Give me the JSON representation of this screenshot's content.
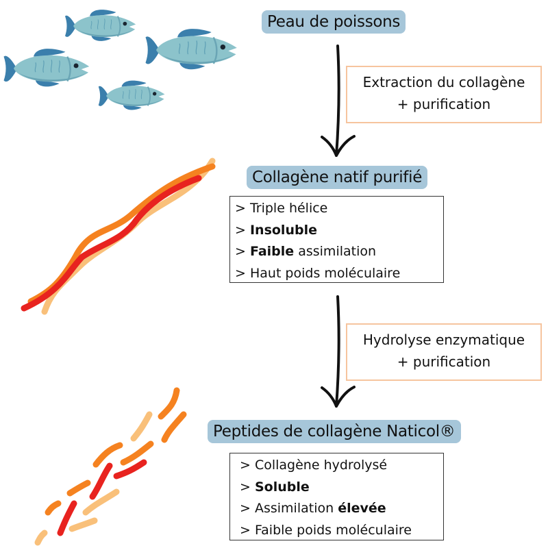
{
  "stages": [
    {
      "title": "Peau de poissons",
      "illustration": "fish-school-illustration"
    },
    {
      "title": "Collagène natif purifié",
      "illustration": "triple-helix-illustration",
      "properties": [
        {
          "prefix": "> ",
          "bold": "",
          "text": "Triple hélice"
        },
        {
          "prefix": "> ",
          "bold": "Insoluble",
          "text": ""
        },
        {
          "prefix": "> ",
          "bold": "Faible",
          "text": " assimilation"
        },
        {
          "prefix": "> ",
          "bold": "",
          "text": "Haut poids moléculaire"
        }
      ]
    },
    {
      "title": "Peptides de collagène Naticol®",
      "illustration": "peptide-fragments-illustration",
      "properties": [
        {
          "prefix": "> ",
          "bold": "",
          "text": "Collagène hydrolysé"
        },
        {
          "prefix": "> ",
          "bold": "Soluble",
          "text": ""
        },
        {
          "prefix": "> ",
          "text_before": "Assimilation ",
          "bold": "élevée",
          "text": ""
        },
        {
          "prefix": "> ",
          "bold": "",
          "text": "Faible poids moléculaire"
        }
      ]
    }
  ],
  "processes": [
    {
      "line1": "Extraction du collagène",
      "line2": "+ purification",
      "arrow": "down-arrow"
    },
    {
      "line1": "Hydrolyse enzymatique",
      "line2": "+ purification",
      "arrow": "down-arrow"
    }
  ],
  "colors": {
    "title_pill": "#a6c6d9",
    "process_border": "#f6c49e",
    "fish_body": "#8cc3cb",
    "fish_fin": "#3b7fac",
    "strand_red": "#e8231f",
    "strand_orange": "#f58220",
    "strand_light": "#f9c07a"
  }
}
